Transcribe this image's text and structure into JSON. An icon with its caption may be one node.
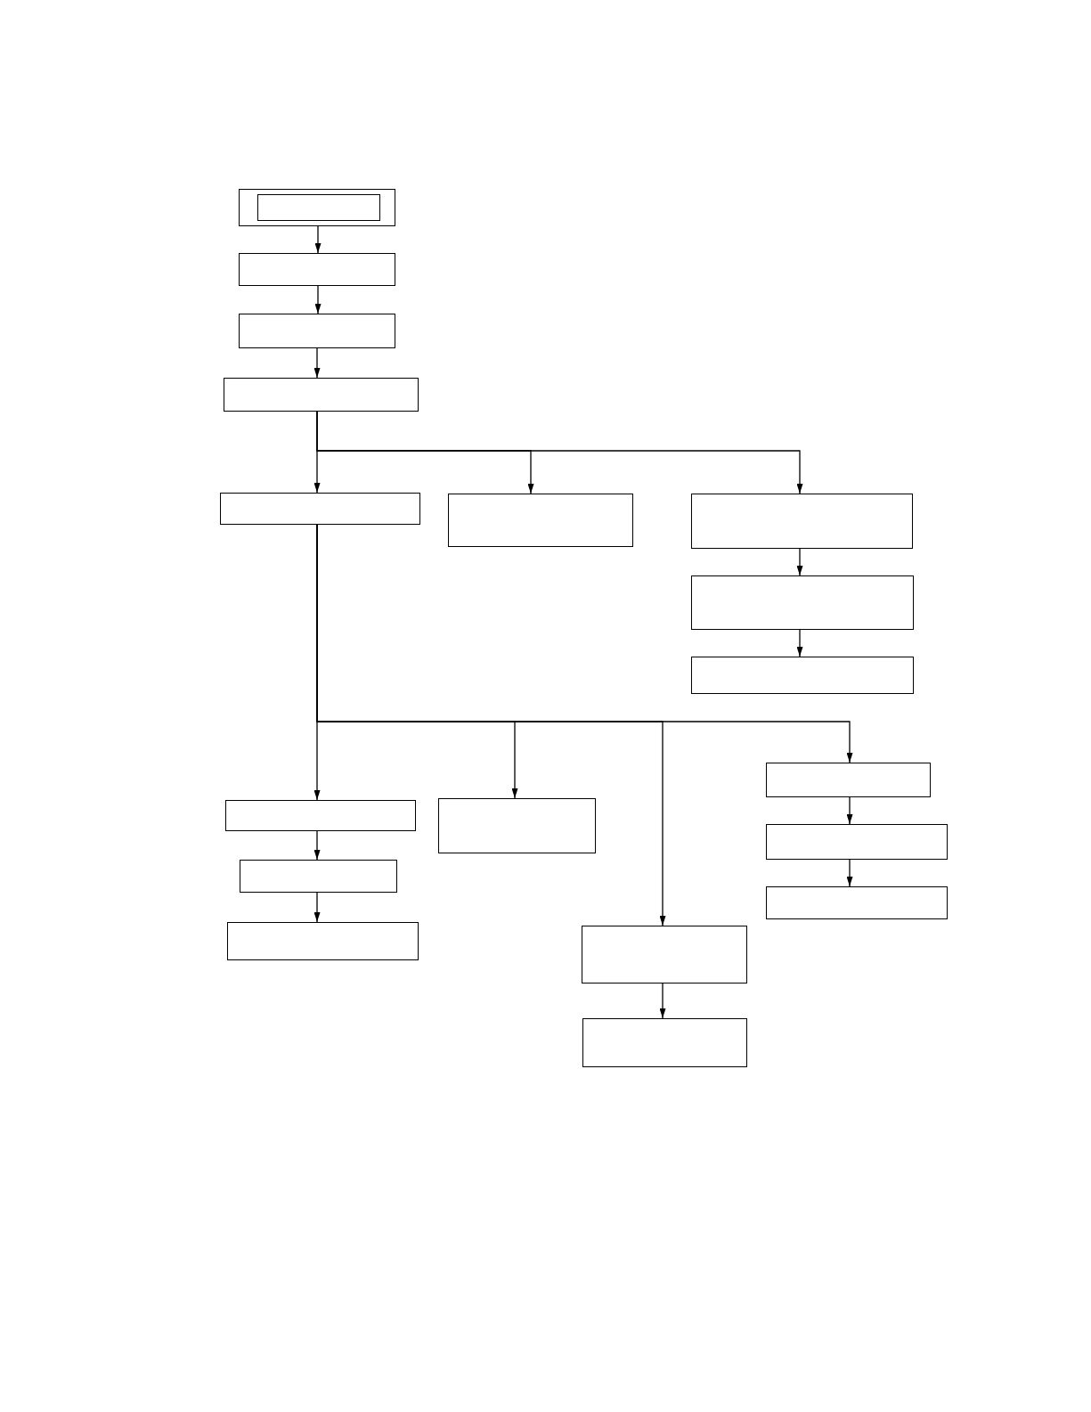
{
  "diagram": {
    "nodes": [
      {
        "text": [],
        "shape": "box"
      },
      {
        "text": [],
        "shape": "box",
        "in": 0
      },
      {
        "text": [],
        "shape": "box"
      },
      {
        "text": [],
        "shape": "box"
      },
      {
        "text": [],
        "shape": "box"
      },
      {
        "text": [],
        "shape": "box"
      },
      {
        "text": [],
        "shape": "box"
      },
      {
        "text": [],
        "shape": "box"
      },
      {
        "text": [],
        "shape": "box"
      },
      {
        "text": [],
        "shape": "box"
      },
      {
        "text": [],
        "shape": "box"
      },
      {
        "text": [],
        "shape": "box"
      },
      {
        "text": [],
        "shape": "box"
      },
      {
        "text": [],
        "shape": "box"
      },
      {
        "text": [],
        "shape": "box"
      },
      {
        "text": [],
        "shape": "box"
      },
      {
        "text": [],
        "shape": "box"
      },
      {
        "text": [],
        "shape": "box"
      },
      {
        "text": [],
        "shape": "box"
      }
    ],
    "edges": [
      {
        "from": 0,
        "to": 2,
        "arrow": "to"
      },
      {
        "from": 2,
        "to": 3,
        "arrow": "to"
      },
      {
        "from": 3,
        "to": 4,
        "arrow": "to"
      },
      {
        "from": 4,
        "to": 5,
        "arrow": "to"
      },
      {
        "from": 4,
        "to": 6,
        "arrow": "to"
      },
      {
        "from": 4,
        "to": 7,
        "arrow": "to"
      },
      {
        "from": 7,
        "to": 8,
        "arrow": "to"
      },
      {
        "from": 8,
        "to": 9,
        "arrow": "to"
      },
      {
        "from": 5,
        "to": 10,
        "arrow": "to"
      },
      {
        "from": 5,
        "to": 13,
        "arrow": "to"
      },
      {
        "from": 5,
        "to": 14,
        "arrow": "to"
      },
      {
        "from": 5,
        "to": 16,
        "arrow": "to"
      },
      {
        "from": 10,
        "to": 11,
        "arrow": "to"
      },
      {
        "from": 11,
        "to": 12,
        "arrow": "to"
      },
      {
        "from": 14,
        "to": 15,
        "arrow": "to"
      },
      {
        "from": 16,
        "to": 17,
        "arrow": "to"
      },
      {
        "from": 17,
        "to": 18,
        "arrow": "to"
      }
    ]
  }
}
